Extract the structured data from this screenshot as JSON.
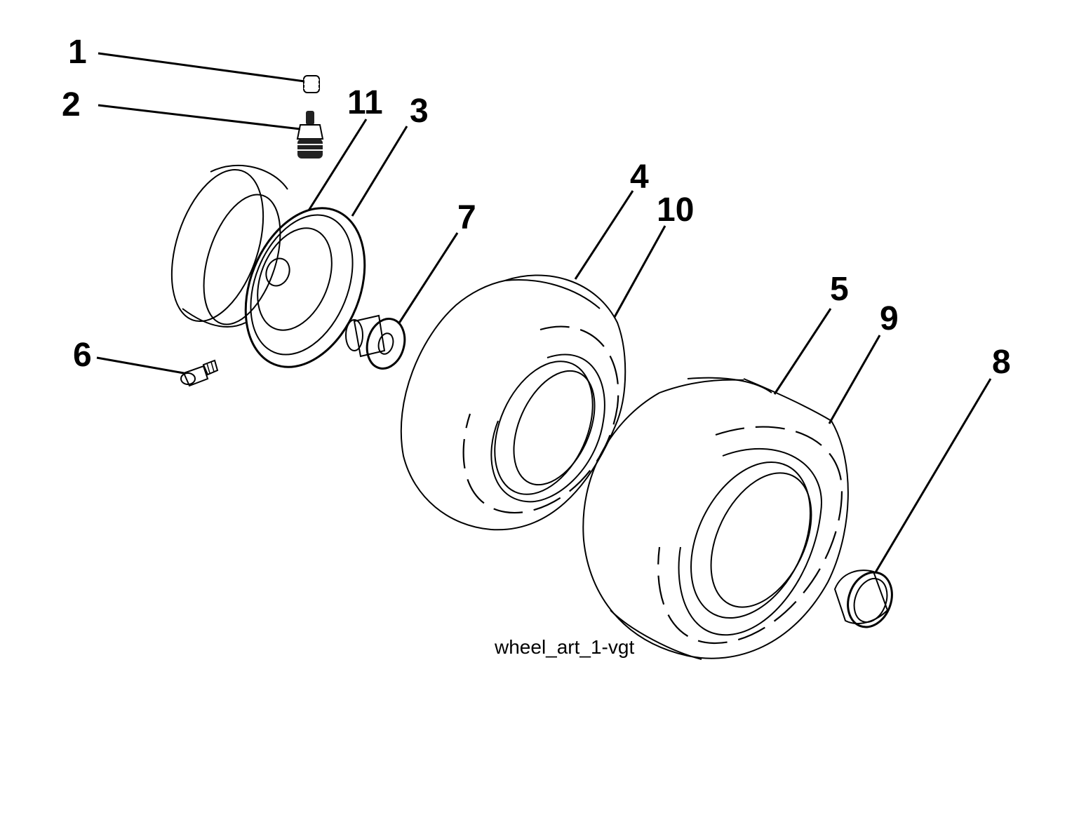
{
  "callouts": [
    {
      "label": "1",
      "part": "valve-cap"
    },
    {
      "label": "2",
      "part": "valve-stem"
    },
    {
      "label": "11",
      "part": "rim-outer-edge"
    },
    {
      "label": "3",
      "part": "rim"
    },
    {
      "label": "6",
      "part": "grease-fitting"
    },
    {
      "label": "7",
      "part": "flanged-bushing"
    },
    {
      "label": "4",
      "part": "front-tire"
    },
    {
      "label": "10",
      "part": "front-tire-tread"
    },
    {
      "label": "5",
      "part": "rear-tire"
    },
    {
      "label": "9",
      "part": "rear-tire-tread"
    },
    {
      "label": "8",
      "part": "hub-cap"
    }
  ],
  "caption": "wheel_art_1-vgt"
}
